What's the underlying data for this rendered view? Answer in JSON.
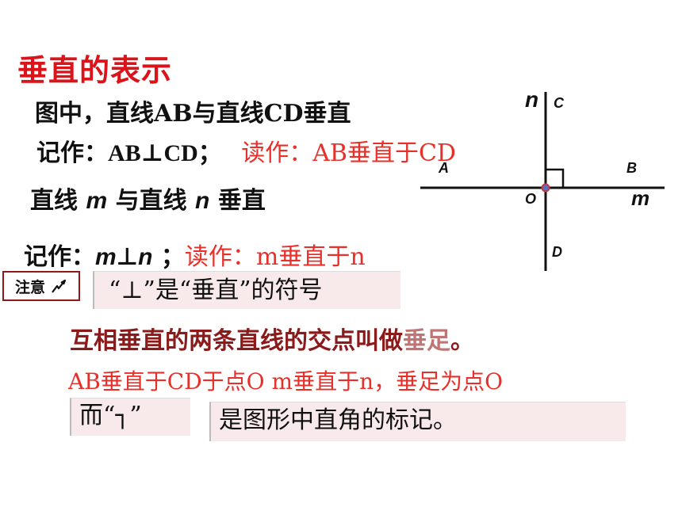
{
  "title": "垂直的表示",
  "intro": {
    "text": "图中，直线AB与直线CD垂直"
  },
  "ab_cd": {
    "notation_prefix": "记作：",
    "notation": "AB⊥CD；",
    "reading": "读作：AB垂直于CD"
  },
  "mn": {
    "sentence_part1": "直线",
    "var_m": "m",
    "sentence_part2": "与直线",
    "var_n": "n",
    "sentence_part3": "垂直",
    "notation_prefix": "记作：",
    "notation": "m⊥n",
    "separator": "；",
    "reading": "读作：m垂直于n"
  },
  "note": {
    "badge": "注意",
    "badge_icon": "lightning-icon",
    "text": "“⊥”是“垂直”的符号"
  },
  "foot_definition": {
    "main": "互相垂直的两条直线的交点叫做",
    "accent": "垂足",
    "end": "。"
  },
  "foot_examples": "AB垂直于CD于点O   m垂直于n，垂足为点O",
  "right_angle": {
    "prefix": "而“",
    "symbol": "┐",
    "suffix": "”",
    "description": "是图形中直角的标记。"
  },
  "diagram": {
    "label_n": "n",
    "label_c": "C",
    "label_a": "A",
    "label_b": "B",
    "label_o": "O",
    "label_m": "m",
    "label_d": "D",
    "colors": {
      "line": "#111111",
      "point": "#c23a3a",
      "point_fill": "#5b6ec9"
    }
  }
}
